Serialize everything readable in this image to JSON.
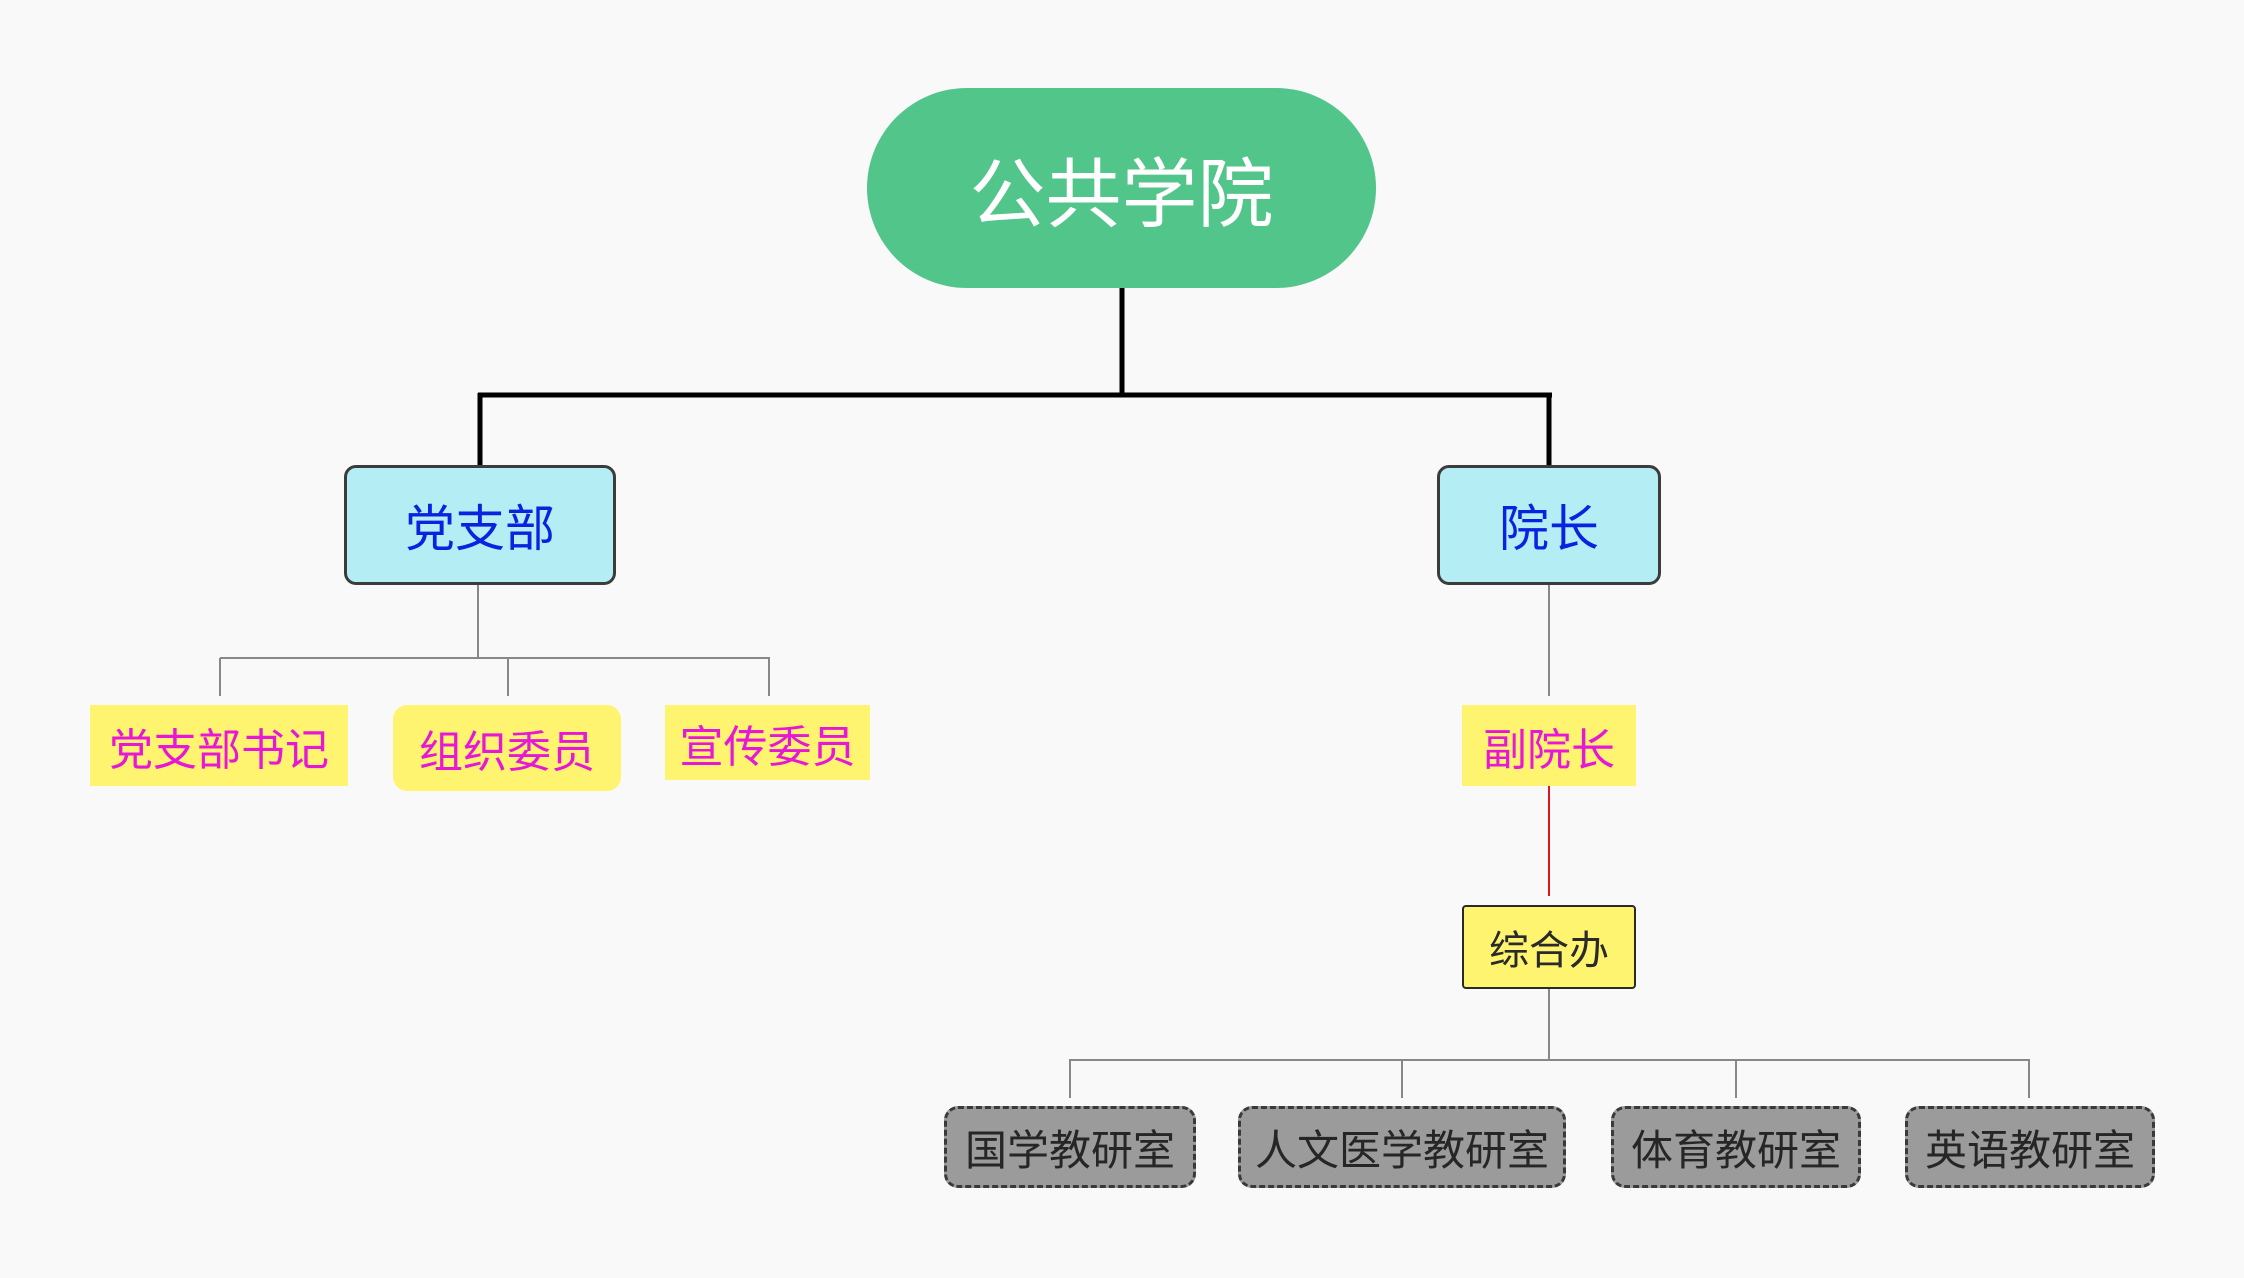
{
  "root": {
    "label": "公共学院"
  },
  "level1": {
    "party_branch": {
      "label": "党支部"
    },
    "dean": {
      "label": "院长"
    }
  },
  "party_members": [
    {
      "label": "党支部书记"
    },
    {
      "label": "组织委员"
    },
    {
      "label": "宣传委员"
    }
  ],
  "vice_dean": {
    "label": "副院长"
  },
  "general_office": {
    "label": "综合办"
  },
  "teaching_offices": [
    {
      "label": "国学教研室"
    },
    {
      "label": "人文医学教研室"
    },
    {
      "label": "体育教研室"
    },
    {
      "label": "英语教研室"
    }
  ],
  "colors": {
    "root_fill": "#52c58a",
    "level1_fill": "#b4edf4",
    "level1_text": "#0a23e0",
    "yellow_fill": "#fff470",
    "magenta_text": "#e617d6",
    "grey_fill": "#9b9b9b",
    "red_connector": "#e0161e"
  }
}
